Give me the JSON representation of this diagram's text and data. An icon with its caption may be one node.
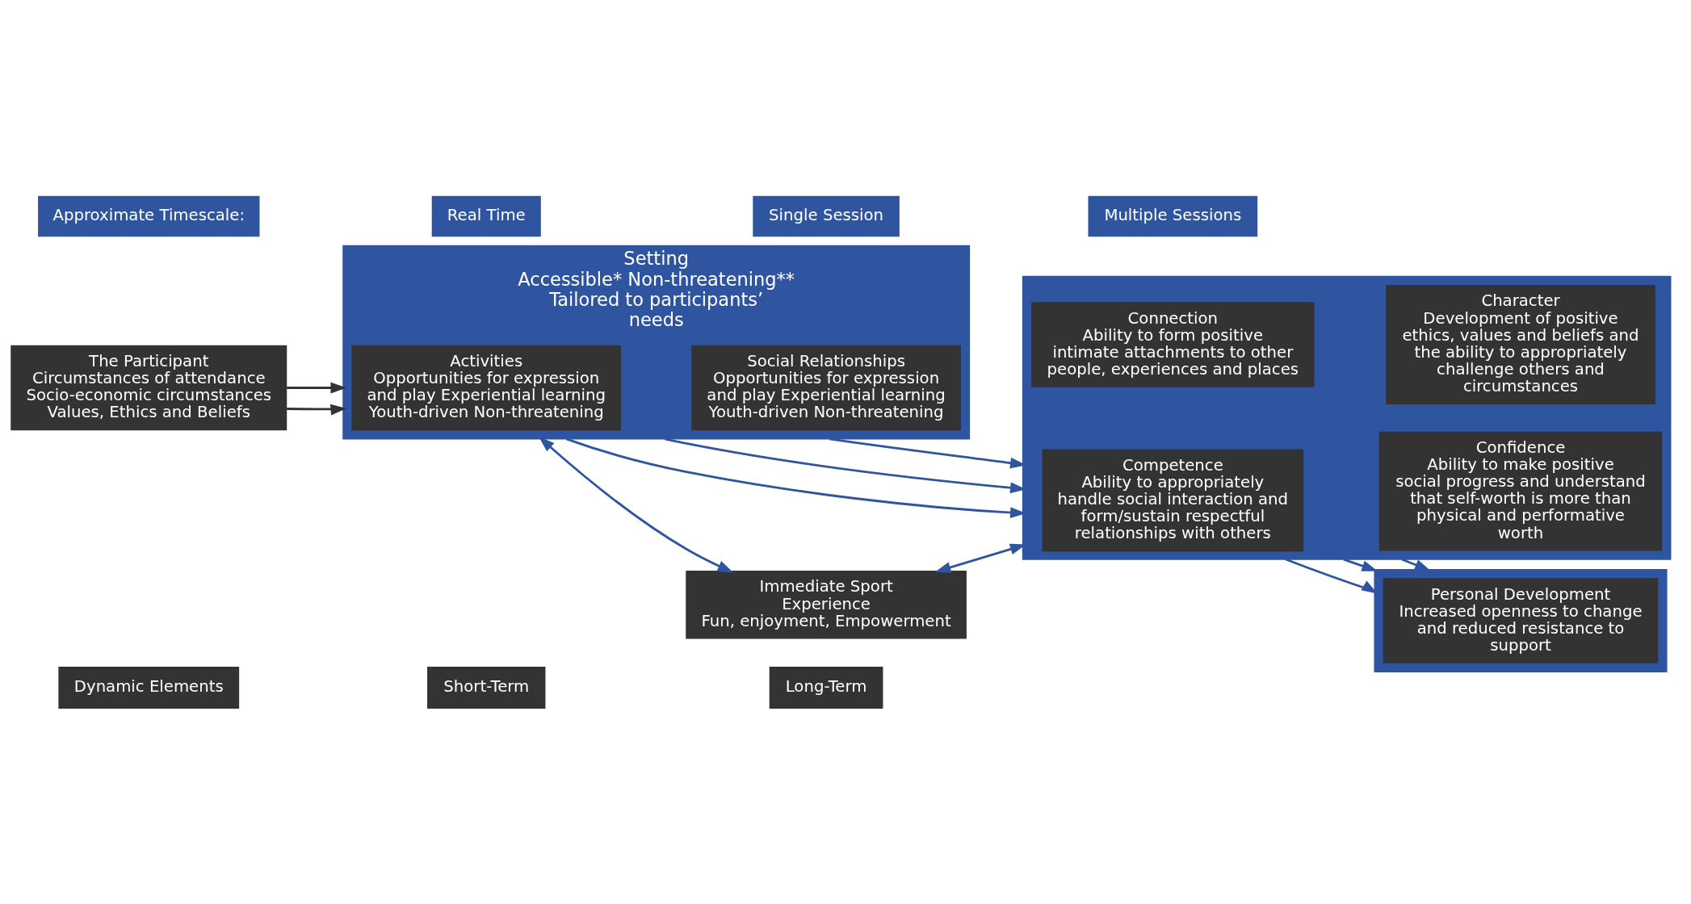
{
  "diagram": {
    "nodes": [
      {
        "text": [
          "Dynamic Elements"
        ]
      },
      {
        "text": [
          "Short-Term"
        ]
      },
      {
        "text": [
          "Long-Term"
        ]
      },
      {
        "text": [
          "The Participant",
          "Circumstances of attendance Socio-economic circumstances Values, Ethics and Beliefs"
        ]
      },
      {
        "text": [
          "Setting",
          "Accessible* Non-threatening** Tailored to participants’ needs"
        ]
      },
      {
        "text": [
          "Activities",
          "Opportunities for expression and play Experiential learning Youth-driven Non-threatening"
        ],
        "in": 4
      },
      {
        "text": [
          "Social Relationships",
          "Opportunities for expression and play Experiential learning Youth-driven Non-threatening"
        ],
        "in": 4
      },
      {
        "text": [],
        "shape": "box"
      },
      {
        "text": [
          "Competence",
          "Ability to appropriately handle social interaction and form/sustain respectful relationships with others"
        ],
        "in": 7
      },
      {
        "text": [
          "Confidence",
          "Ability to make positive social progress and understand that self-worth is more than physical and performative worth"
        ],
        "in": 7
      },
      {
        "text": [
          "Connection",
          "Ability to form positive intimate attachments to other people, experiences and places"
        ],
        "in": 7
      },
      {
        "text": [
          "Character",
          "Development of positive ethics, values and beliefs and the ability to appropriately challenge others and circumstances"
        ],
        "in": 7
      },
      {
        "text": [],
        "shape": "box"
      },
      {
        "text": [
          "Personal Development",
          "Increased openness to change and reduced resistance to support"
        ],
        "in": 12
      },
      {
        "text": [
          "Immediate Sport Experience",
          "Fun, enjoyment, Empowerment"
        ]
      }
    ],
    "edges": [
      {
        "from": 3,
        "to": 4,
        "arrow": "to",
        "color": "#333333"
      },
      {
        "from": 3,
        "to": 4,
        "arrow": "to",
        "color": "#333333"
      },
      {
        "from": 4,
        "to": 7,
        "arrow": "to"
      },
      {
        "from": 4,
        "to": 7,
        "arrow": "to"
      },
      {
        "from": 4,
        "to": 7,
        "arrow": "to"
      },
      {
        "from": 7,
        "to": 12,
        "arrow": "to"
      },
      {
        "from": 7,
        "to": 12,
        "arrow": "to"
      },
      {
        "from": 7,
        "to": 12,
        "arrow": "to"
      },
      {
        "from": 4,
        "to": 14,
        "arrow": "both"
      },
      {
        "from": 14,
        "to": 7,
        "arrow": "both"
      }
    ],
    "labels": [
      "Approximate Timescale:",
      "Real Time",
      "Single Session",
      "Multiple Sessions"
    ]
  }
}
